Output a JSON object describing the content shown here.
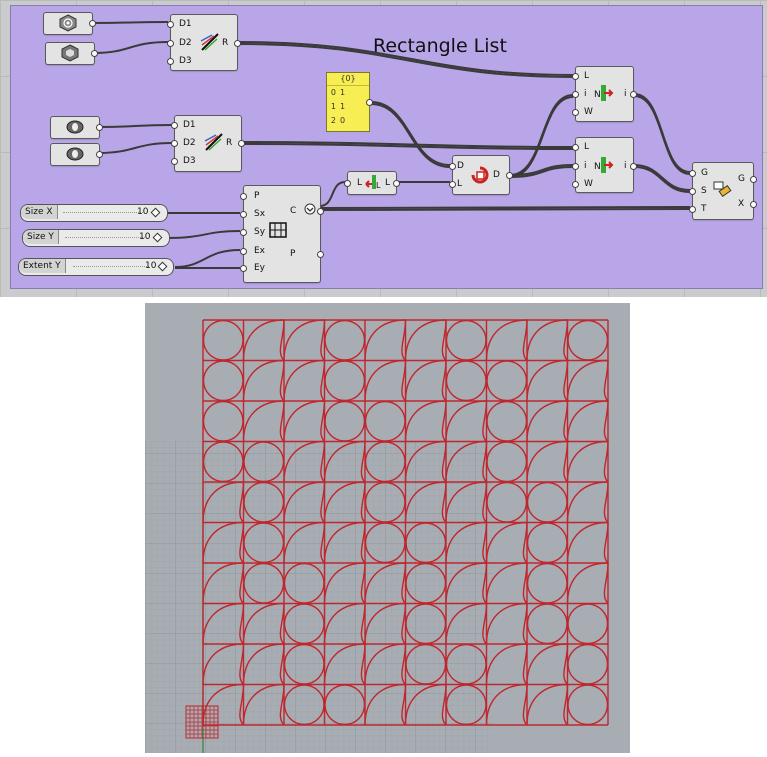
{
  "group": {
    "title": "Rectangle List"
  },
  "sliders": [
    {
      "name": "Size X",
      "value": "10"
    },
    {
      "name": "Size Y",
      "value": "10"
    },
    {
      "name": "Extent Y",
      "value": "10"
    }
  ],
  "components": {
    "random_a": {
      "inputs": [
        "D1",
        "D2",
        "D3"
      ],
      "output": "R"
    },
    "random_b": {
      "inputs": [
        "D1",
        "D2",
        "D3"
      ],
      "output": "R"
    },
    "rect_grid": {
      "inputs": [
        "P",
        "Sx",
        "Sy",
        "Ex",
        "Ey"
      ],
      "outputs": [
        "C",
        "P"
      ]
    },
    "list_length": {
      "input": "L",
      "output": "L"
    },
    "duplicate": {
      "inputs": [
        "D",
        "L"
      ],
      "output": "D"
    },
    "list_item_a": {
      "inputs": [
        "L",
        "i",
        "W"
      ],
      "output": "i"
    },
    "list_item_b": {
      "inputs": [
        "L",
        "i",
        "W"
      ],
      "output": "i"
    },
    "orient": {
      "inputs": [
        "G",
        "S",
        "T"
      ],
      "outputs": [
        "G",
        "X"
      ]
    }
  },
  "panel": {
    "header": "{0}",
    "rows": [
      {
        "index": "0",
        "value": "1"
      },
      {
        "index": "1",
        "value": "1"
      },
      {
        "index": "2",
        "value": "0"
      }
    ]
  },
  "colors": {
    "group": "#b9a6e8",
    "panel": "#f6ee52",
    "curves": "#c0262d",
    "viewport": "#a7adb3"
  }
}
